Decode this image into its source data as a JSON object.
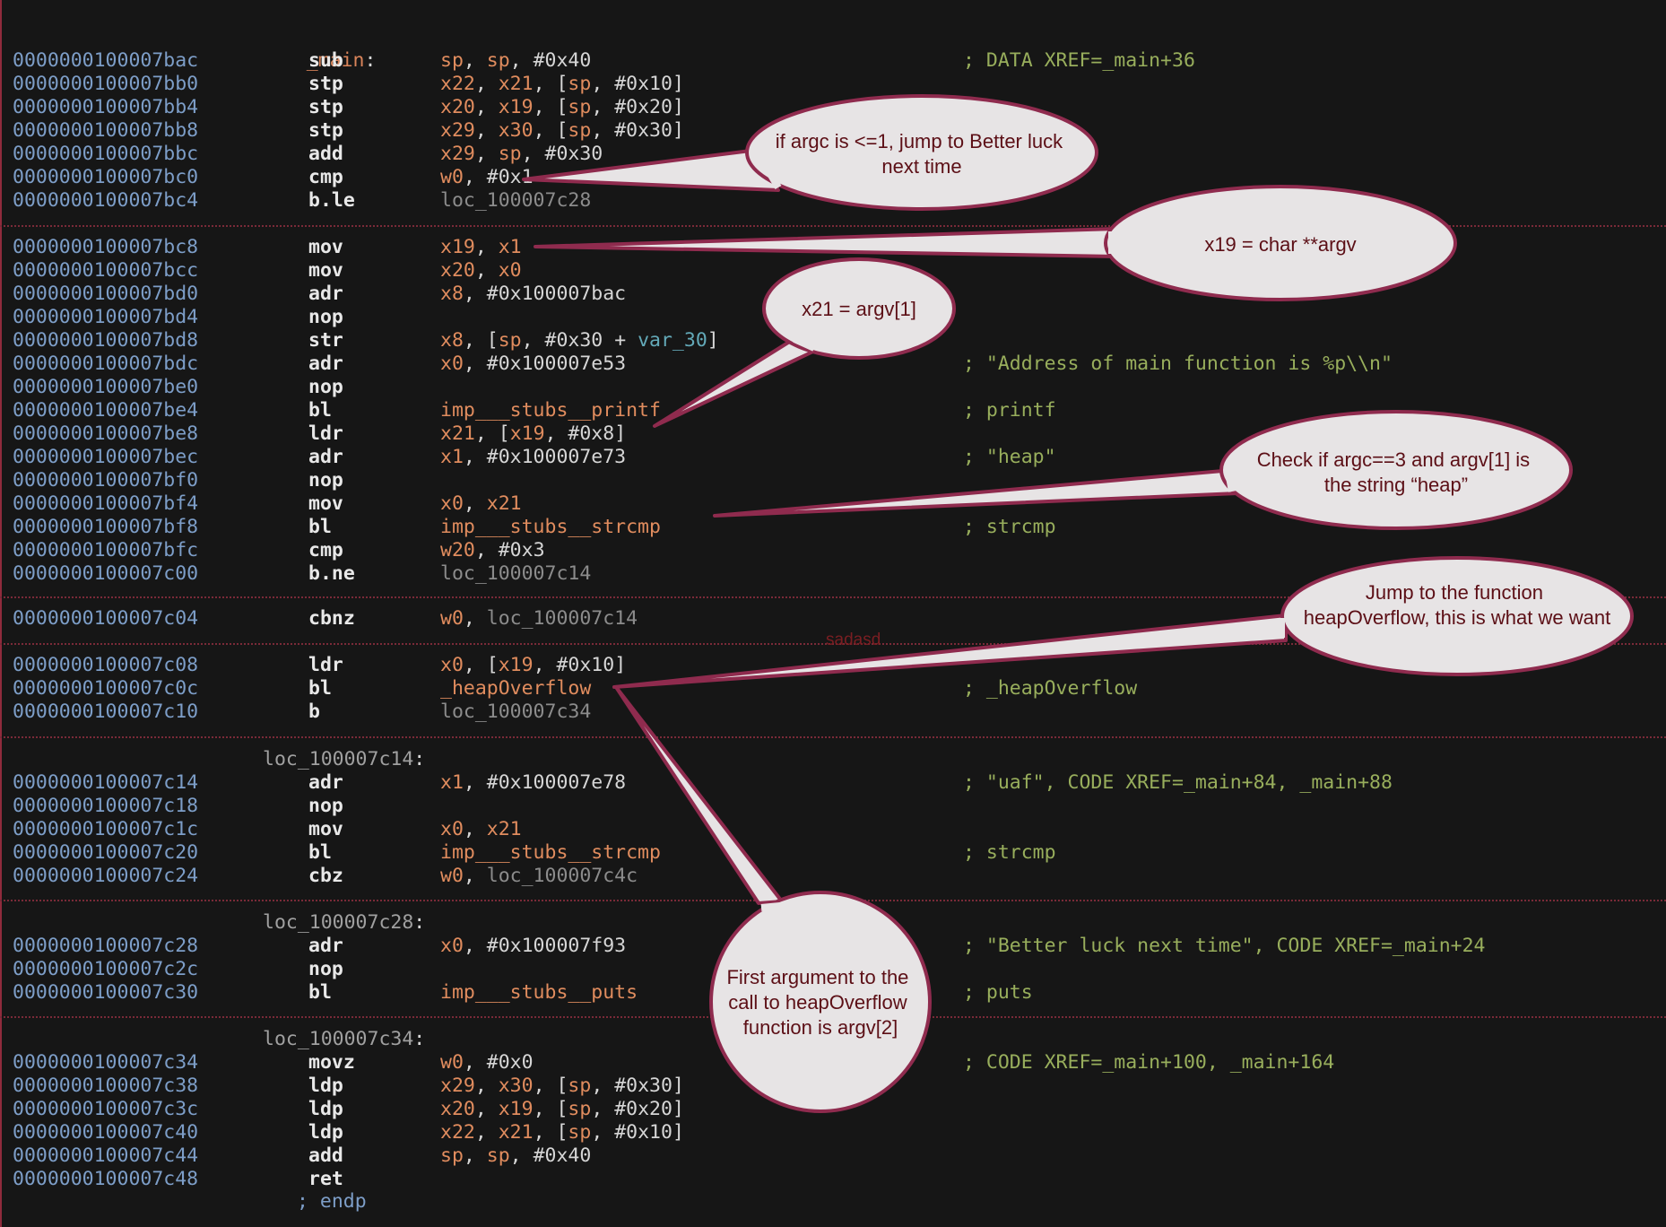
{
  "listing": {
    "function_label": "_main",
    "end_marker": "; endp",
    "stray_text": "sadasd",
    "blocks": [
      {
        "label": "",
        "rows": [
          {
            "addr": "0000000100007bac",
            "mn": "sub",
            "ops": [
              {
                "t": "sp",
                "k": "r"
              },
              {
                "t": ", ",
                "k": "p"
              },
              {
                "t": "sp",
                "k": "r"
              },
              {
                "t": ", ",
                "k": "p"
              },
              {
                "t": "#0x40",
                "k": "n"
              }
            ],
            "comment": "; DATA XREF=_main+36"
          },
          {
            "addr": "0000000100007bb0",
            "mn": "stp",
            "ops": [
              {
                "t": "x22",
                "k": "r"
              },
              {
                "t": ", ",
                "k": "p"
              },
              {
                "t": "x21",
                "k": "r"
              },
              {
                "t": ", [",
                "k": "p"
              },
              {
                "t": "sp",
                "k": "r"
              },
              {
                "t": ", ",
                "k": "p"
              },
              {
                "t": "#0x10",
                "k": "n"
              },
              {
                "t": "]",
                "k": "p"
              }
            ]
          },
          {
            "addr": "0000000100007bb4",
            "mn": "stp",
            "ops": [
              {
                "t": "x20",
                "k": "r"
              },
              {
                "t": ", ",
                "k": "p"
              },
              {
                "t": "x19",
                "k": "r"
              },
              {
                "t": ", [",
                "k": "p"
              },
              {
                "t": "sp",
                "k": "r"
              },
              {
                "t": ", ",
                "k": "p"
              },
              {
                "t": "#0x20",
                "k": "n"
              },
              {
                "t": "]",
                "k": "p"
              }
            ]
          },
          {
            "addr": "0000000100007bb8",
            "mn": "stp",
            "ops": [
              {
                "t": "x29",
                "k": "r"
              },
              {
                "t": ", ",
                "k": "p"
              },
              {
                "t": "x30",
                "k": "r"
              },
              {
                "t": ", [",
                "k": "p"
              },
              {
                "t": "sp",
                "k": "r"
              },
              {
                "t": ", ",
                "k": "p"
              },
              {
                "t": "#0x30",
                "k": "n"
              },
              {
                "t": "]",
                "k": "p"
              }
            ]
          },
          {
            "addr": "0000000100007bbc",
            "mn": "add",
            "ops": [
              {
                "t": "x29",
                "k": "r"
              },
              {
                "t": ", ",
                "k": "p"
              },
              {
                "t": "sp",
                "k": "r"
              },
              {
                "t": ", ",
                "k": "p"
              },
              {
                "t": "#0x30",
                "k": "n"
              }
            ]
          },
          {
            "addr": "0000000100007bc0",
            "mn": "cmp",
            "ops": [
              {
                "t": "w0",
                "k": "r"
              },
              {
                "t": ", ",
                "k": "p"
              },
              {
                "t": "#0x1",
                "k": "n"
              }
            ]
          },
          {
            "addr": "0000000100007bc4",
            "mn": "b.le",
            "ops": [
              {
                "t": "loc_100007c28",
                "k": "ln"
              }
            ]
          }
        ]
      },
      {
        "label": "",
        "rows": [
          {
            "addr": "0000000100007bc8",
            "mn": "mov",
            "ops": [
              {
                "t": "x19",
                "k": "r"
              },
              {
                "t": ", ",
                "k": "p"
              },
              {
                "t": "x1",
                "k": "r"
              }
            ]
          },
          {
            "addr": "0000000100007bcc",
            "mn": "mov",
            "ops": [
              {
                "t": "x20",
                "k": "r"
              },
              {
                "t": ", ",
                "k": "p"
              },
              {
                "t": "x0",
                "k": "r"
              }
            ]
          },
          {
            "addr": "0000000100007bd0",
            "mn": "adr",
            "ops": [
              {
                "t": "x8",
                "k": "r"
              },
              {
                "t": ", ",
                "k": "p"
              },
              {
                "t": "#0x100007bac",
                "k": "n"
              }
            ]
          },
          {
            "addr": "0000000100007bd4",
            "mn": "nop",
            "ops": []
          },
          {
            "addr": "0000000100007bd8",
            "mn": "str",
            "ops": [
              {
                "t": "x8",
                "k": "r"
              },
              {
                "t": ", [",
                "k": "p"
              },
              {
                "t": "sp",
                "k": "r"
              },
              {
                "t": ", ",
                "k": "p"
              },
              {
                "t": "#0x30",
                "k": "n"
              },
              {
                "t": " + ",
                "k": "p"
              },
              {
                "t": "var_30",
                "k": "vr"
              },
              {
                "t": "]",
                "k": "p"
              }
            ]
          },
          {
            "addr": "0000000100007bdc",
            "mn": "adr",
            "ops": [
              {
                "t": "x0",
                "k": "r"
              },
              {
                "t": ", ",
                "k": "p"
              },
              {
                "t": "#0x100007e53",
                "k": "n"
              }
            ],
            "comment": "; \"Address of main function is %p\\\\n\""
          },
          {
            "addr": "0000000100007be0",
            "mn": "nop",
            "ops": []
          },
          {
            "addr": "0000000100007be4",
            "mn": "bl",
            "ops": [
              {
                "t": "imp___stubs__printf",
                "k": "fn"
              }
            ],
            "comment": "; printf"
          },
          {
            "addr": "0000000100007be8",
            "mn": "ldr",
            "ops": [
              {
                "t": "x21",
                "k": "r"
              },
              {
                "t": ", [",
                "k": "p"
              },
              {
                "t": "x19",
                "k": "r"
              },
              {
                "t": ", ",
                "k": "p"
              },
              {
                "t": "#0x8",
                "k": "n"
              },
              {
                "t": "]",
                "k": "p"
              }
            ]
          },
          {
            "addr": "0000000100007bec",
            "mn": "adr",
            "ops": [
              {
                "t": "x1",
                "k": "r"
              },
              {
                "t": ", ",
                "k": "p"
              },
              {
                "t": "#0x100007e73",
                "k": "n"
              }
            ],
            "comment": "; \"heap\""
          },
          {
            "addr": "0000000100007bf0",
            "mn": "nop",
            "ops": []
          },
          {
            "addr": "0000000100007bf4",
            "mn": "mov",
            "ops": [
              {
                "t": "x0",
                "k": "r"
              },
              {
                "t": ", ",
                "k": "p"
              },
              {
                "t": "x21",
                "k": "r"
              }
            ]
          },
          {
            "addr": "0000000100007bf8",
            "mn": "bl",
            "ops": [
              {
                "t": "imp___stubs__strcmp",
                "k": "fn"
              }
            ],
            "comment": "; strcmp"
          },
          {
            "addr": "0000000100007bfc",
            "mn": "cmp",
            "ops": [
              {
                "t": "w20",
                "k": "r"
              },
              {
                "t": ", ",
                "k": "p"
              },
              {
                "t": "#0x3",
                "k": "n"
              }
            ]
          },
          {
            "addr": "0000000100007c00",
            "mn": "b.ne",
            "ops": [
              {
                "t": "loc_100007c14",
                "k": "ln"
              }
            ]
          }
        ]
      },
      {
        "label": "",
        "rows": [
          {
            "addr": "0000000100007c04",
            "mn": "cbnz",
            "ops": [
              {
                "t": "w0",
                "k": "r"
              },
              {
                "t": ", ",
                "k": "p"
              },
              {
                "t": "loc_100007c14",
                "k": "ln"
              }
            ]
          }
        ]
      },
      {
        "label": "",
        "rows": [
          {
            "addr": "0000000100007c08",
            "mn": "ldr",
            "ops": [
              {
                "t": "x0",
                "k": "r"
              },
              {
                "t": ", [",
                "k": "p"
              },
              {
                "t": "x19",
                "k": "r"
              },
              {
                "t": ", ",
                "k": "p"
              },
              {
                "t": "#0x10",
                "k": "n"
              },
              {
                "t": "]",
                "k": "p"
              }
            ]
          },
          {
            "addr": "0000000100007c0c",
            "mn": "bl",
            "ops": [
              {
                "t": "_heapOverflow",
                "k": "fn"
              }
            ],
            "comment": "; _heapOverflow"
          },
          {
            "addr": "0000000100007c10",
            "mn": "b",
            "ops": [
              {
                "t": "loc_100007c34",
                "k": "ln"
              }
            ]
          }
        ]
      },
      {
        "label": "loc_100007c14",
        "rows": [
          {
            "addr": "0000000100007c14",
            "mn": "adr",
            "ops": [
              {
                "t": "x1",
                "k": "r"
              },
              {
                "t": ", ",
                "k": "p"
              },
              {
                "t": "#0x100007e78",
                "k": "n"
              }
            ],
            "comment": "; \"uaf\", CODE XREF=_main+84, _main+88"
          },
          {
            "addr": "0000000100007c18",
            "mn": "nop",
            "ops": []
          },
          {
            "addr": "0000000100007c1c",
            "mn": "mov",
            "ops": [
              {
                "t": "x0",
                "k": "r"
              },
              {
                "t": ", ",
                "k": "p"
              },
              {
                "t": "x21",
                "k": "r"
              }
            ]
          },
          {
            "addr": "0000000100007c20",
            "mn": "bl",
            "ops": [
              {
                "t": "imp___stubs__strcmp",
                "k": "fn"
              }
            ],
            "comment": "; strcmp"
          },
          {
            "addr": "0000000100007c24",
            "mn": "cbz",
            "ops": [
              {
                "t": "w0",
                "k": "r"
              },
              {
                "t": ", ",
                "k": "p"
              },
              {
                "t": "loc_100007c4c",
                "k": "ln"
              }
            ]
          }
        ]
      },
      {
        "label": "loc_100007c28",
        "rows": [
          {
            "addr": "0000000100007c28",
            "mn": "adr",
            "ops": [
              {
                "t": "x0",
                "k": "r"
              },
              {
                "t": ", ",
                "k": "p"
              },
              {
                "t": "#0x100007f93",
                "k": "n"
              }
            ],
            "comment": "; \"Better luck next time\", CODE XREF=_main+24"
          },
          {
            "addr": "0000000100007c2c",
            "mn": "nop",
            "ops": []
          },
          {
            "addr": "0000000100007c30",
            "mn": "bl",
            "ops": [
              {
                "t": "imp___stubs__puts",
                "k": "fn"
              }
            ],
            "comment": "; puts"
          }
        ]
      },
      {
        "label": "loc_100007c34",
        "rows": [
          {
            "addr": "0000000100007c34",
            "mn": "movz",
            "ops": [
              {
                "t": "w0",
                "k": "r"
              },
              {
                "t": ", ",
                "k": "p"
              },
              {
                "t": "#0x0",
                "k": "n"
              }
            ],
            "comment": "; CODE XREF=_main+100, _main+164"
          },
          {
            "addr": "0000000100007c38",
            "mn": "ldp",
            "ops": [
              {
                "t": "x29",
                "k": "r"
              },
              {
                "t": ", ",
                "k": "p"
              },
              {
                "t": "x30",
                "k": "r"
              },
              {
                "t": ", [",
                "k": "p"
              },
              {
                "t": "sp",
                "k": "r"
              },
              {
                "t": ", ",
                "k": "p"
              },
              {
                "t": "#0x30",
                "k": "n"
              },
              {
                "t": "]",
                "k": "p"
              }
            ]
          },
          {
            "addr": "0000000100007c3c",
            "mn": "ldp",
            "ops": [
              {
                "t": "x20",
                "k": "r"
              },
              {
                "t": ", ",
                "k": "p"
              },
              {
                "t": "x19",
                "k": "r"
              },
              {
                "t": ", [",
                "k": "p"
              },
              {
                "t": "sp",
                "k": "r"
              },
              {
                "t": ", ",
                "k": "p"
              },
              {
                "t": "#0x20",
                "k": "n"
              },
              {
                "t": "]",
                "k": "p"
              }
            ]
          },
          {
            "addr": "0000000100007c40",
            "mn": "ldp",
            "ops": [
              {
                "t": "x22",
                "k": "r"
              },
              {
                "t": ", ",
                "k": "p"
              },
              {
                "t": "x21",
                "k": "r"
              },
              {
                "t": ", [",
                "k": "p"
              },
              {
                "t": "sp",
                "k": "r"
              },
              {
                "t": ", ",
                "k": "p"
              },
              {
                "t": "#0x10",
                "k": "n"
              },
              {
                "t": "]",
                "k": "p"
              }
            ]
          },
          {
            "addr": "0000000100007c44",
            "mn": "add",
            "ops": [
              {
                "t": "sp",
                "k": "r"
              },
              {
                "t": ", ",
                "k": "p"
              },
              {
                "t": "sp",
                "k": "r"
              },
              {
                "t": ", ",
                "k": "p"
              },
              {
                "t": "#0x40",
                "k": "n"
              }
            ]
          },
          {
            "addr": "0000000100007c48",
            "mn": "ret",
            "ops": []
          }
        ]
      }
    ]
  },
  "callouts": [
    {
      "id": "argc-check",
      "lines": [
        "if argc is <=1, jump to Better luck",
        "next time"
      ]
    },
    {
      "id": "x19-argv",
      "lines": [
        "x19 = char **argv"
      ]
    },
    {
      "id": "x21-argv1",
      "lines": [
        "x21 = argv[1]"
      ]
    },
    {
      "id": "heap-check",
      "lines": [
        "Check if argc==3 and argv[1] is",
        "the string “heap”"
      ]
    },
    {
      "id": "heapoverflow-jump",
      "lines": [
        "Jump to the function",
        "heapOverflow, this is what we want"
      ]
    },
    {
      "id": "first-argument",
      "lines": [
        "First argument to the",
        "call to heapOverflow",
        "function is argv[2]"
      ]
    }
  ],
  "colors": {
    "background": "#161616",
    "address": "#7d9ec8",
    "mnemonic": "#e8e8e8",
    "register": "#e08c5e",
    "comment": "#98ae5c",
    "block_separator": "#7a2a38",
    "callout_fill": "#e7e4e5",
    "callout_border": "#8f2b4e",
    "callout_text": "#5c0f16"
  }
}
